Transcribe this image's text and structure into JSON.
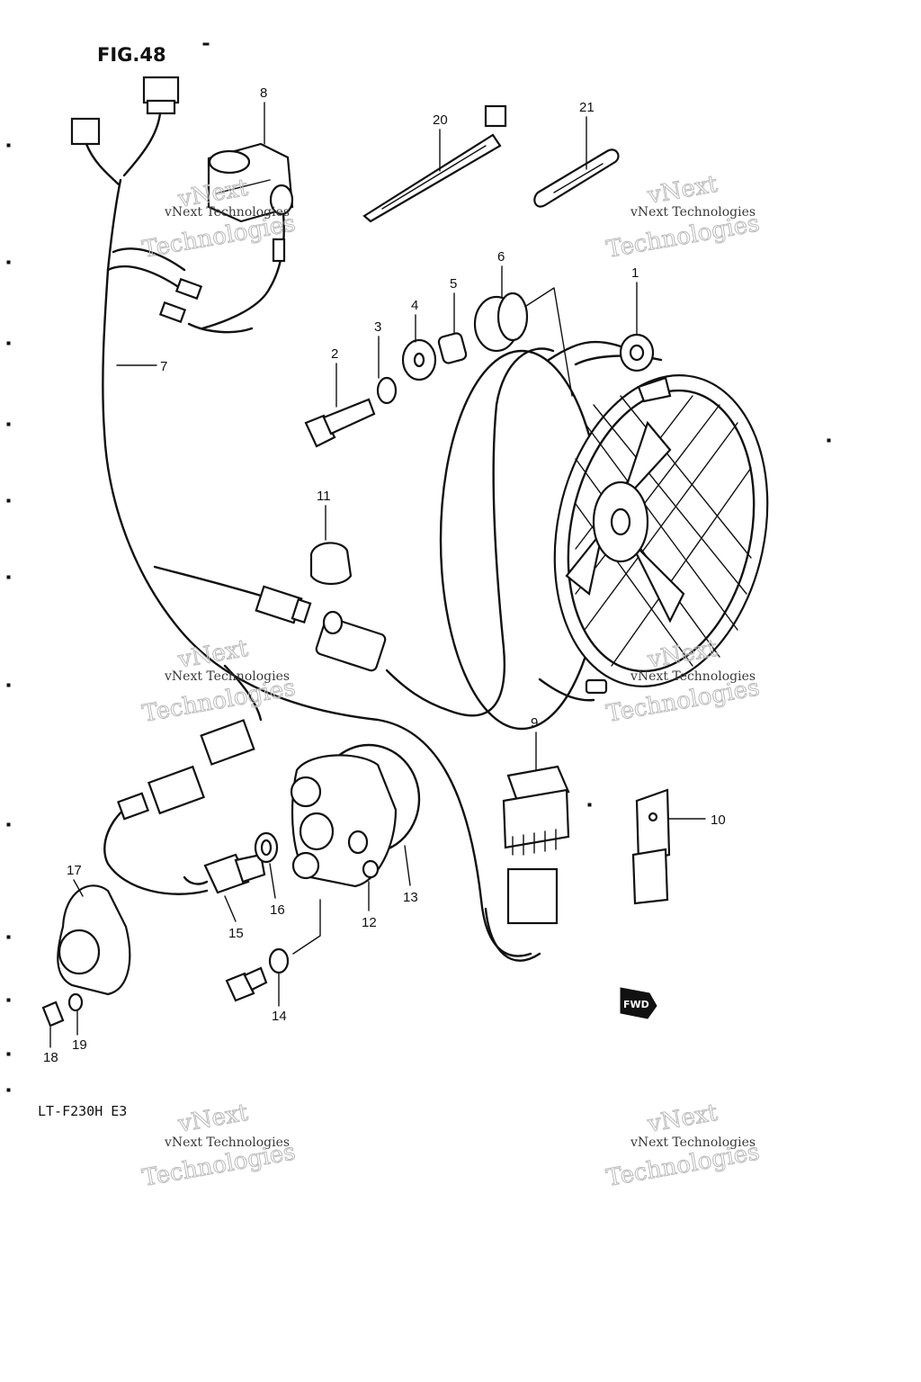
{
  "figure": {
    "title": "FIG.48",
    "model": "LT-F230H  E3"
  },
  "callouts": [
    "1",
    "2",
    "3",
    "4",
    "5",
    "6",
    "7",
    "8",
    "9",
    "10",
    "11",
    "12",
    "13",
    "14",
    "15",
    "16",
    "17",
    "18",
    "19",
    "20",
    "21"
  ],
  "watermark": {
    "line1": "vNext",
    "line2": "vNext Technologies",
    "line3": "Technologies"
  },
  "front_mark": "FWD"
}
